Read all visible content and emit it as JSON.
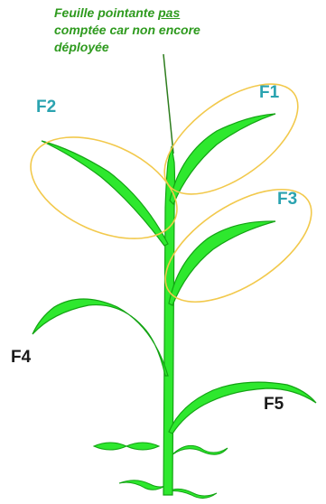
{
  "note": {
    "part1": "Feuille pointante",
    "emph": "pas",
    "line2": "comptée car non encore",
    "line3": "déployée"
  },
  "labels": {
    "f1": "F1",
    "f2": "F2",
    "f3": "F3",
    "f4": "F4",
    "f5": "F5"
  },
  "colors": {
    "leaf": "#2ee82e",
    "leaf_outline": "#13a313",
    "ellipse": "#f2c94c",
    "note": "#2e9a1e",
    "label_teal": "#2aa3b0",
    "label_black": "#1a1a1a"
  }
}
